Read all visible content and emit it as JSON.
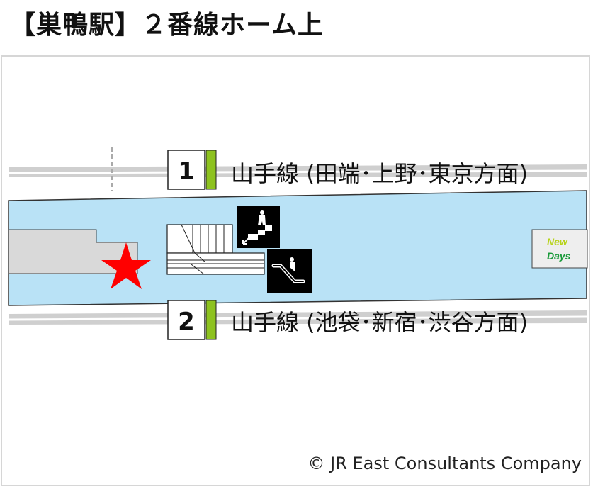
{
  "title": "【巣鴨駅】２番線ホーム上",
  "tracks": [
    {
      "number": "1",
      "line_label": "山手線 (田端･上野･東京方面)"
    },
    {
      "number": "2",
      "line_label": "山手線 (池袋･新宿･渋谷方面)"
    }
  ],
  "shop": {
    "line1": "New",
    "line2": "Days"
  },
  "icons": [
    "stairs-icon",
    "escalator-icon",
    "current-location-star-icon"
  ],
  "colors": {
    "platform": "#b9e2f6",
    "line_color": "#8dc21f",
    "star": "#ff0000",
    "track": "#c8c8c8"
  },
  "credit": "© JR East Consultants Company"
}
